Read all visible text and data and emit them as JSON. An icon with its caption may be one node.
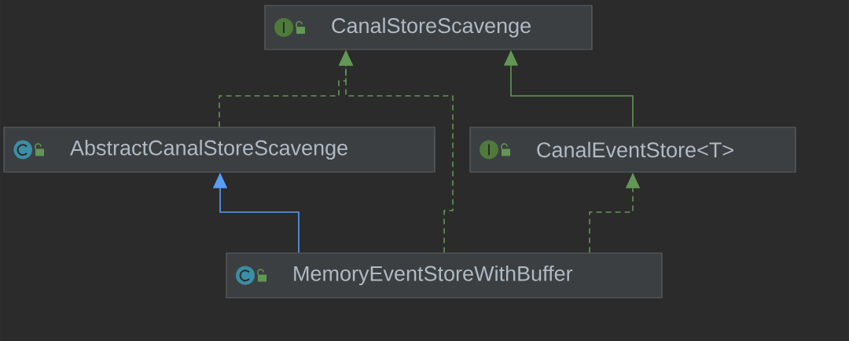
{
  "diagram": {
    "nodes": [
      {
        "text": [
          "CanalStoreScavenge"
        ]
      },
      {
        "text": [
          "AbstractCanalStoreScavenge"
        ]
      },
      {
        "text": [
          "CanalEventStore<T>"
        ]
      },
      {
        "text": [
          "MemoryEventStoreWithBuffer"
        ]
      }
    ],
    "edges": [
      {
        "from": 1,
        "to": 0,
        "arrow": "to",
        "style": "dashed"
      },
      {
        "from": 2,
        "to": 0,
        "arrow": "to"
      },
      {
        "from": 3,
        "to": 1,
        "arrow": "to",
        "color": "#589df6"
      },
      {
        "from": 3,
        "to": 0,
        "arrow": "to",
        "style": "dashed"
      },
      {
        "from": 3,
        "to": 2,
        "arrow": "to",
        "style": "dashed"
      }
    ]
  }
}
